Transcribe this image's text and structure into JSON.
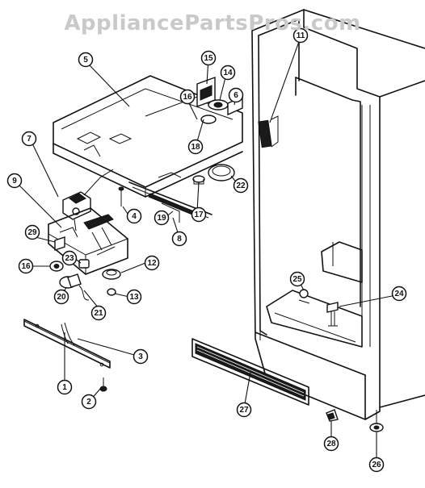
{
  "watermark": "AppliancePartsPros.com",
  "callouts": [
    {
      "id": "1",
      "label": "1"
    },
    {
      "id": "2",
      "label": "2"
    },
    {
      "id": "3",
      "label": "3"
    },
    {
      "id": "4",
      "label": "4"
    },
    {
      "id": "5",
      "label": "5"
    },
    {
      "id": "6",
      "label": "6"
    },
    {
      "id": "7",
      "label": "7"
    },
    {
      "id": "8",
      "label": "8"
    },
    {
      "id": "9",
      "label": "9"
    },
    {
      "id": "11",
      "label": "11"
    },
    {
      "id": "12",
      "label": "12"
    },
    {
      "id": "13",
      "label": "13"
    },
    {
      "id": "14",
      "label": "14"
    },
    {
      "id": "15",
      "label": "15"
    },
    {
      "id": "16a",
      "label": "16"
    },
    {
      "id": "16b",
      "label": "16"
    },
    {
      "id": "17",
      "label": "17"
    },
    {
      "id": "18",
      "label": "18"
    },
    {
      "id": "19",
      "label": "19"
    },
    {
      "id": "20",
      "label": "20"
    },
    {
      "id": "21",
      "label": "21"
    },
    {
      "id": "22",
      "label": "22"
    },
    {
      "id": "23",
      "label": "23"
    },
    {
      "id": "24",
      "label": "24"
    },
    {
      "id": "25",
      "label": "25"
    },
    {
      "id": "26",
      "label": "26"
    },
    {
      "id": "27",
      "label": "27"
    },
    {
      "id": "28",
      "label": "28"
    },
    {
      "id": "29",
      "label": "29"
    }
  ]
}
